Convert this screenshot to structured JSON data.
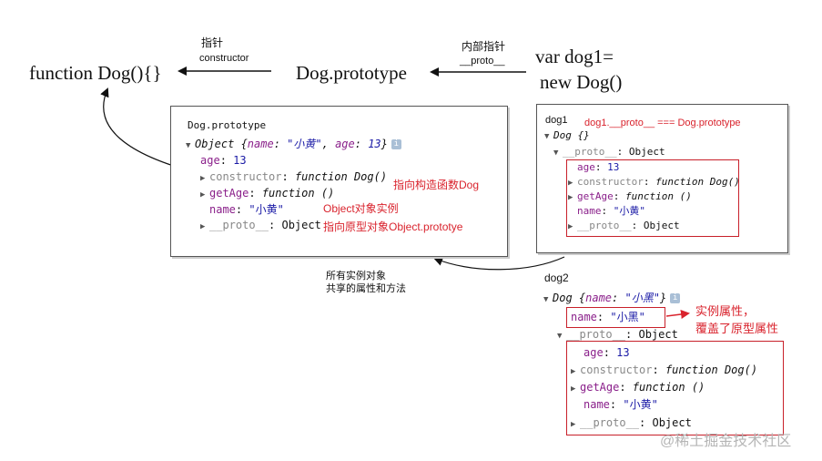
{
  "top": {
    "func": "function Dog(){}",
    "proto": "Dog.prototype",
    "instance_line1": "var dog1=",
    "instance_line2": "new Dog()",
    "arrow1_top": "指针",
    "arrow1_bottom": "constructor",
    "arrow2_top": "内部指针",
    "arrow2_bottom": "__proto__"
  },
  "left_panel": {
    "title": "Dog.prototype",
    "obj_prefix": "Object {",
    "obj_name_key": "name",
    "obj_name_val": "\"小黄\"",
    "obj_age_key": "age",
    "obj_age_val": "13",
    "age_key": "age",
    "age_val": "13",
    "constructor_key": "constructor",
    "constructor_val": "function Dog()",
    "getage_key": "getAge",
    "getage_val": "function ()",
    "name_key": "name",
    "name_val": "\"小黄\"",
    "proto_key": "__proto__",
    "proto_val": "Object",
    "note1": "指向构造函数Dog",
    "note2a": "Object对象实例",
    "note2b": "指向原型对象Object.prototye"
  },
  "shared_note_line1": "所有实例对象",
  "shared_note_line2": "共享的属性和方法",
  "dog1_panel": {
    "title": "dog1",
    "equation": "dog1.__proto__ === Dog.prototype",
    "dog_label": "Dog {}",
    "proto_key": "__proto__",
    "proto_val": "Object",
    "age_key": "age",
    "age_val": "13",
    "constructor_key": "constructor",
    "constructor_val": "function Dog()",
    "getage_key": "getAge",
    "getage_val": "function ()",
    "name_key": "name",
    "name_val": "\"小黄\"",
    "proto2_key": "__proto__",
    "proto2_val": "Object"
  },
  "dog2": {
    "title": "dog2",
    "dog_label_prefix": "Dog {",
    "dog_name_key": "name",
    "dog_name_val": "\"小黑\"",
    "name_key": "name",
    "name_val": "\"小黑\"",
    "note_line1": "实例属性，",
    "note_line2": "覆盖了原型属性",
    "proto_key": "__proto__",
    "proto_val": "Object",
    "age_key": "age",
    "age_val": "13",
    "constructor_key": "constructor",
    "constructor_val": "function Dog()",
    "getage_key": "getAge",
    "getage_val": "function ()",
    "name2_key": "name",
    "name2_val": "\"小黄\"",
    "proto2_key": "__proto__",
    "proto2_val": "Object"
  },
  "watermark": "@稀土掘金技术社区",
  "colors": {
    "accent_red": "#d9232d",
    "key_purple": "#8a1f8a",
    "string_blue": "#1a1aa6"
  }
}
